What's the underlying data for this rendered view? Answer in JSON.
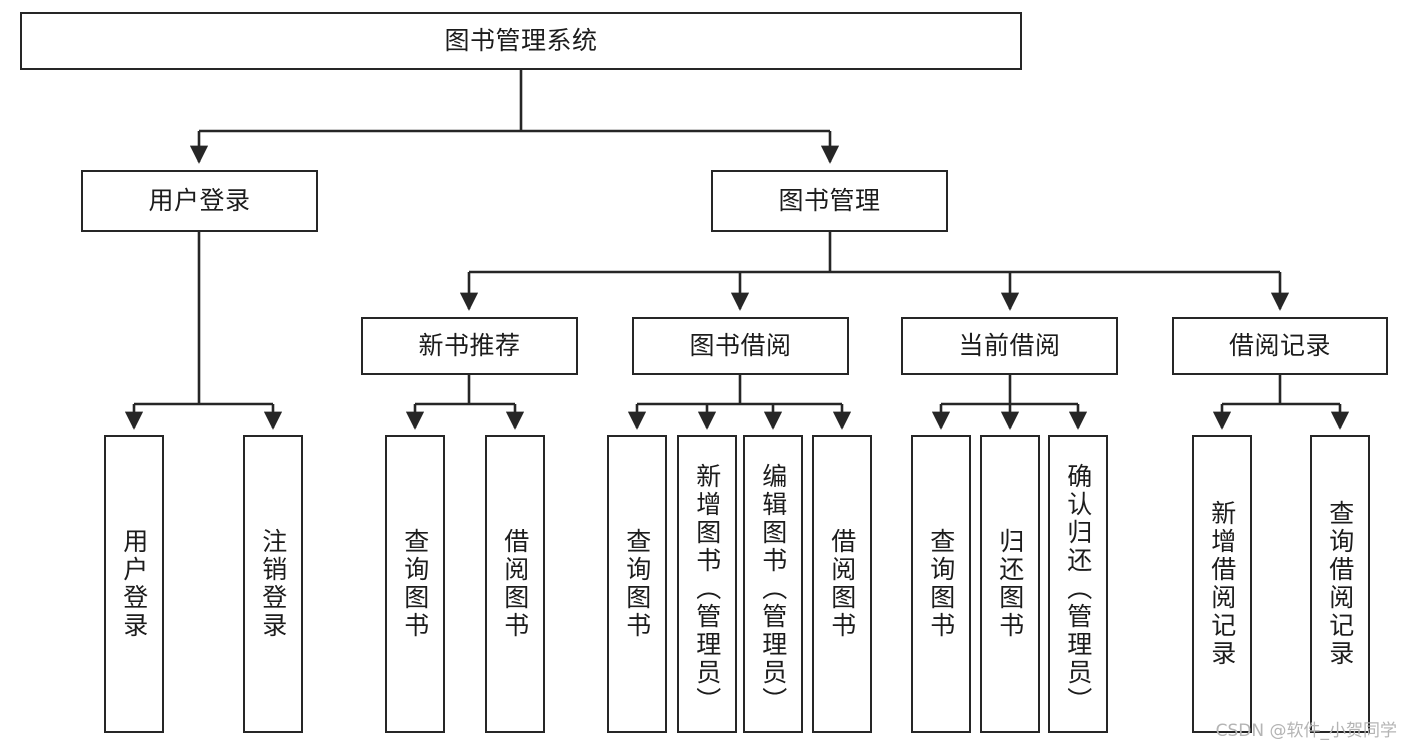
{
  "diagram": {
    "title": "图书管理系统",
    "type": "tree",
    "watermark": "CSDN @软件_小贺同学",
    "colors": {
      "stroke": "#262626",
      "fill": "#ffffff",
      "text": "#1c1c1c",
      "watermark": "#b4b4b4"
    },
    "root": {
      "label": "图书管理系统"
    },
    "level2": [
      {
        "label": "用户登录"
      },
      {
        "label": "图书管理"
      }
    ],
    "level3": [
      {
        "label": "新书推荐"
      },
      {
        "label": "图书借阅"
      },
      {
        "label": "当前借阅"
      },
      {
        "label": "借阅记录"
      }
    ],
    "leaves": {
      "user_login": [
        {
          "label": "用户登录"
        },
        {
          "label": "注销登录"
        }
      ],
      "new_book_recommend": [
        {
          "label": "查询图书"
        },
        {
          "label": "借阅图书"
        }
      ],
      "book_borrow": [
        {
          "label": "查询图书"
        },
        {
          "label": "新增图书（管理员）"
        },
        {
          "label": "编辑图书（管理员）"
        },
        {
          "label": "借阅图书"
        }
      ],
      "current_borrow": [
        {
          "label": "查询图书"
        },
        {
          "label": "归还图书"
        },
        {
          "label": "确认归还（管理员）"
        }
      ],
      "borrow_record": [
        {
          "label": "新增借阅记录"
        },
        {
          "label": "查询借阅记录"
        }
      ]
    }
  }
}
